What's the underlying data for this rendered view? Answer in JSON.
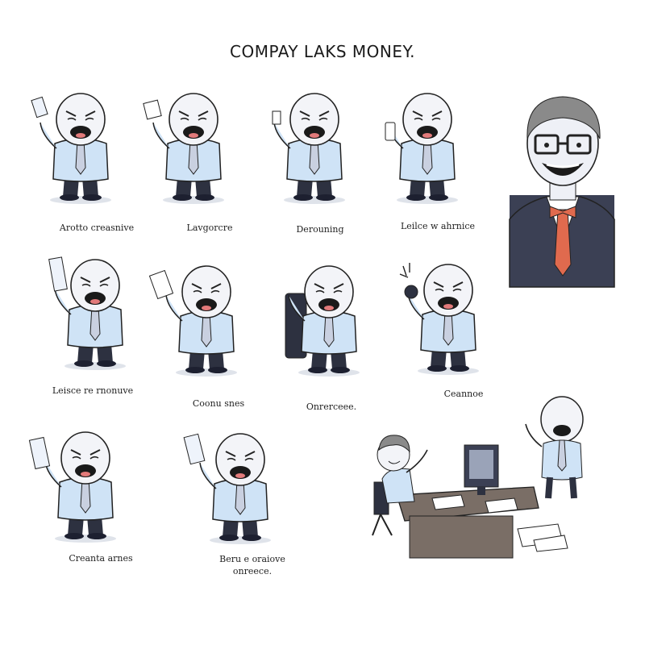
{
  "title": "COMPAY LAKS MONEY.",
  "captions": {
    "p1": "Arotto creasnive",
    "p2": "Lavgorcre",
    "p3": "Derouning",
    "p4": "Leilce w ahrnice",
    "p5": "Leisce re rnonuve",
    "p6": "Coonu snes",
    "p7": "Onrerceee.",
    "p8": "Ceannoe",
    "p9": "Creanta arnes",
    "p10a": "Beru e oraiove",
    "p10b": "onreece."
  },
  "colors": {
    "shirt": "#cfe3f6",
    "tie": "#c9d0e0",
    "pants": "#2d3140",
    "skin": "#f3f4f8",
    "suit": "#3b4054",
    "bow_tie": "#e06a4e"
  }
}
